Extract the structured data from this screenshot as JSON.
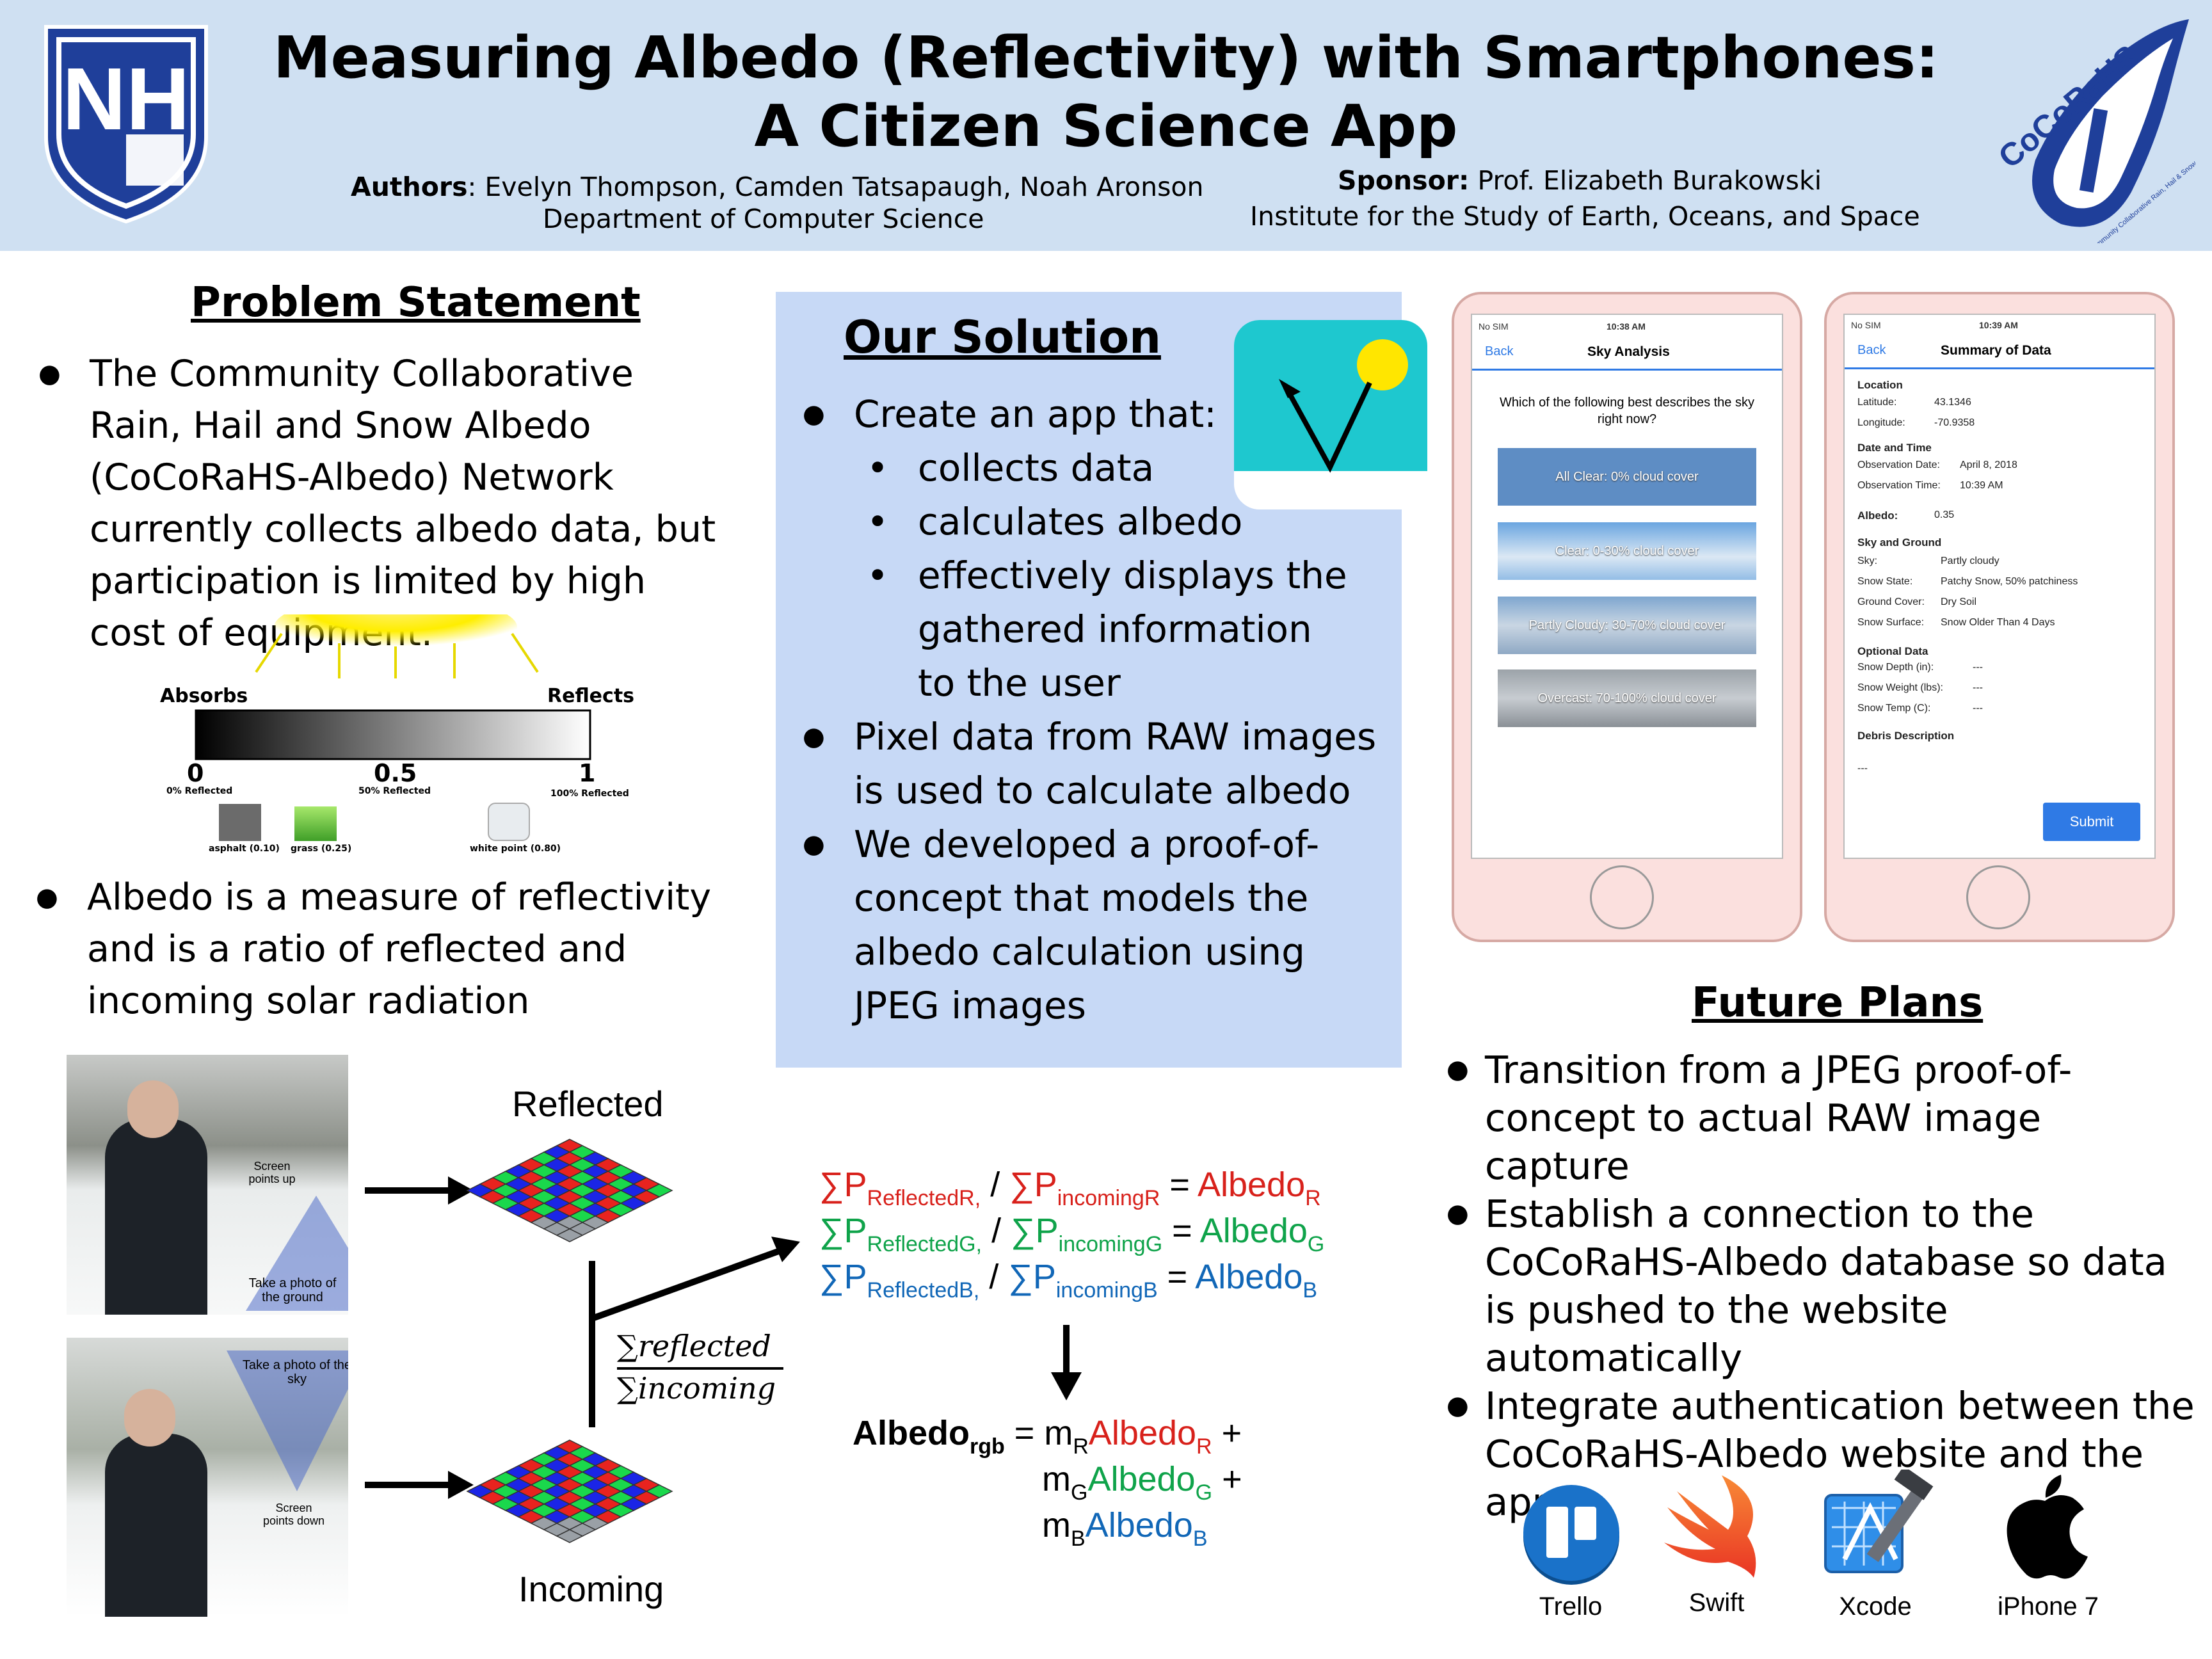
{
  "header": {
    "title_line1": "Measuring Albedo (Reflectivity) with Smartphones:",
    "title_line2": "A Citizen Science App",
    "authors_label": "Authors",
    "authors_names": ": Evelyn Thompson, Camden Tatsapaugh, Noah Aronson",
    "authors_dept": "Department of Computer Science",
    "sponsor_label": "Sponsor:",
    "sponsor_name": " Prof. Elizabeth Burakowski",
    "sponsor_institute": "Institute for the Study of Earth, Oceans, and Space",
    "left_logo_text": "NH",
    "right_logo_text": "CoCoRaHS",
    "right_logo_subtext": "Community Collaborative Rain, Hail & Snow Network"
  },
  "problem": {
    "title": "Problem Statement",
    "bullet1": "The Community Collaborative Rain, Hail and Snow Albedo (CoCoRaHS-Albedo) Network currently collects albedo data, but participation is limited by high cost of equipment.",
    "bullet2": "Albedo is a measure of reflectivity and is a ratio of reflected and incoming solar radiation",
    "scale": {
      "absorbs": "Absorbs",
      "reflects": "Reflects",
      "tick0": "0",
      "tick05": "0.5",
      "tick1": "1",
      "tick0_sub": "0% Reflected",
      "tick05_sub": "50% Reflected",
      "tick1_sub": "100% Reflected",
      "asphalt": "asphalt (0.10)",
      "grass": "grass (0.25)",
      "white_point": "white point (0.80)"
    }
  },
  "solution": {
    "title": "Our Solution",
    "b1": "Create an app that:",
    "sub1": "collects data",
    "sub2": "calculates albedo",
    "sub3": "effectively displays the gathered information to the user",
    "b2": "Pixel data from RAW images is used to calculate albedo",
    "b3": "We developed a proof-of-concept that models the albedo calculation using JPEG images"
  },
  "diagram": {
    "reflected": "Reflected",
    "incoming": "Incoming",
    "photo1_up": "Screen points up",
    "photo1_ground": "Take a photo of the ground",
    "photo2_sky": "Take a photo of the sky",
    "photo2_down": "Screen points down",
    "frac_num": "reflected",
    "frac_den": "incoming",
    "sum_sign": "∑",
    "f1_a": "P",
    "f1_a_sub": "ReflectedR,",
    "f1_b": "P",
    "f1_b_sub": "incomingR",
    "f1_res": "Albedo",
    "f1_res_sub": "R",
    "f2_a": "P",
    "f2_a_sub": "ReflectedG,",
    "f2_b": "P",
    "f2_b_sub": "incomingG",
    "f2_res": "Albedo",
    "f2_res_sub": "G",
    "f3_a": "P",
    "f3_a_sub": "ReflectedB,",
    "f3_b": "P",
    "f3_b_sub": "incomingB",
    "f3_res": "Albedo",
    "f3_res_sub": "B",
    "slash": "/",
    "equals": "=",
    "rgb_label": "Albedo",
    "rgb_sub": "rgb",
    "rgb_eq": "= m",
    "m": "m",
    "m_r": "R",
    "m_g": "G",
    "m_b": "B",
    "term": "Albedo",
    "plus": "+"
  },
  "phone1": {
    "carrier": "No SIM",
    "time": "10:38 AM",
    "back": "Back",
    "nav_title": "Sky Analysis",
    "question": "Which of the following best describes the sky right now?",
    "options": [
      "All Clear: 0% cloud cover",
      "Clear: 0-30% cloud cover",
      "Partly Cloudy: 30-70% cloud cover",
      "Overcast: 70-100% cloud cover"
    ]
  },
  "phone2": {
    "carrier": "No SIM",
    "time": "10:39 AM",
    "back": "Back",
    "nav_title": "Summary of Data",
    "location_h": "Location",
    "lat_l": "Latitude:",
    "lat_v": "43.1346",
    "lon_l": "Longitude:",
    "lon_v": "-70.9358",
    "dt_h": "Date and Time",
    "od_l": "Observation Date:",
    "od_v": "April 8, 2018",
    "ot_l": "Observation Time:",
    "ot_v": "10:39 AM",
    "albedo_l": "Albedo:",
    "albedo_v": "0.35",
    "sg_h": "Sky and Ground",
    "sky_l": "Sky:",
    "sky_v": "Partly cloudy",
    "ss_l": "Snow State:",
    "ss_v": "Patchy Snow, 50% patchiness",
    "gc_l": "Ground Cover:",
    "gc_v": "Dry Soil",
    "sf_l": "Snow Surface:",
    "sf_v": "Snow Older Than 4 Days",
    "opt_h": "Optional Data",
    "sd_l": "Snow Depth (in):",
    "sd_v": "---",
    "sw_l": "Snow Weight (lbs):",
    "sw_v": "---",
    "st_l": "Snow Temp (C):",
    "st_v": "---",
    "debris_h": "Debris Description",
    "debris_v": "---",
    "submit": "Submit"
  },
  "future": {
    "title": "Future Plans",
    "b1": "Transition from a JPEG proof-of-concept to actual RAW image capture",
    "b2": "Establish a connection to the CoCoRaHS-Albedo database so data is pushed to the website automatically",
    "b3": "Integrate authentication between the CoCoRaHS-Albedo website and the app"
  },
  "tools": {
    "trello": "Trello",
    "swift": "Swift",
    "xcode": "Xcode",
    "iphone": "iPhone 7"
  },
  "colors": {
    "header_bg": "#cfe0f2",
    "solution_bg": "#c7d9f6",
    "unh_blue": "#1f3f9a",
    "red": "#d8211b",
    "green": "#0fa34a",
    "blue": "#1167b7"
  }
}
